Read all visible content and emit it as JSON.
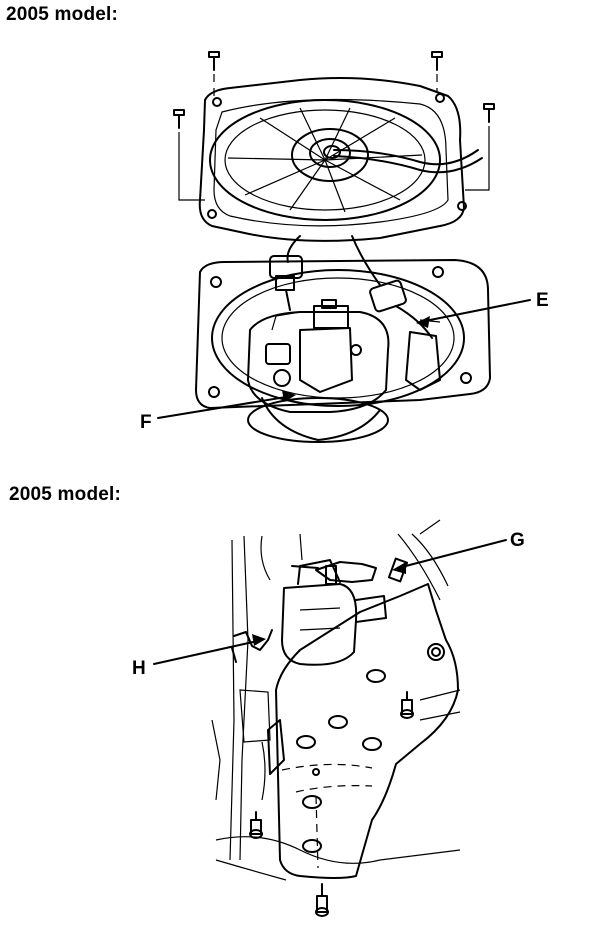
{
  "headings": {
    "top": "2005 model:",
    "bottom": "2005 model:"
  },
  "callouts": {
    "e": "E",
    "f": "F",
    "g": "G",
    "h": "H"
  }
}
